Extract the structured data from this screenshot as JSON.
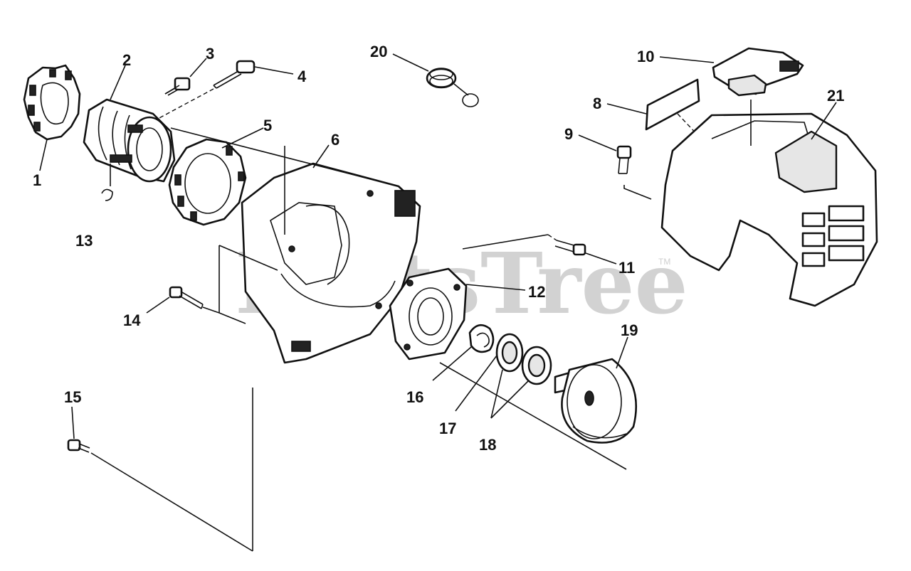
{
  "watermark": {
    "text": "PartsTree",
    "tm": "TM"
  },
  "part_labels": [
    {
      "id": "1",
      "text": "1"
    },
    {
      "id": "2",
      "text": "2"
    },
    {
      "id": "3",
      "text": "3"
    },
    {
      "id": "4",
      "text": "4"
    },
    {
      "id": "5",
      "text": "5"
    },
    {
      "id": "6",
      "text": "6"
    },
    {
      "id": "8",
      "text": "8"
    },
    {
      "id": "9",
      "text": "9"
    },
    {
      "id": "10",
      "text": "10"
    },
    {
      "id": "11",
      "text": "11"
    },
    {
      "id": "12",
      "text": "12"
    },
    {
      "id": "13",
      "text": "13"
    },
    {
      "id": "14",
      "text": "14"
    },
    {
      "id": "15",
      "text": "15"
    },
    {
      "id": "16",
      "text": "16"
    },
    {
      "id": "17",
      "text": "17"
    },
    {
      "id": "18",
      "text": "18"
    },
    {
      "id": "19",
      "text": "19"
    },
    {
      "id": "20",
      "text": "20"
    },
    {
      "id": "21",
      "text": "21"
    }
  ]
}
